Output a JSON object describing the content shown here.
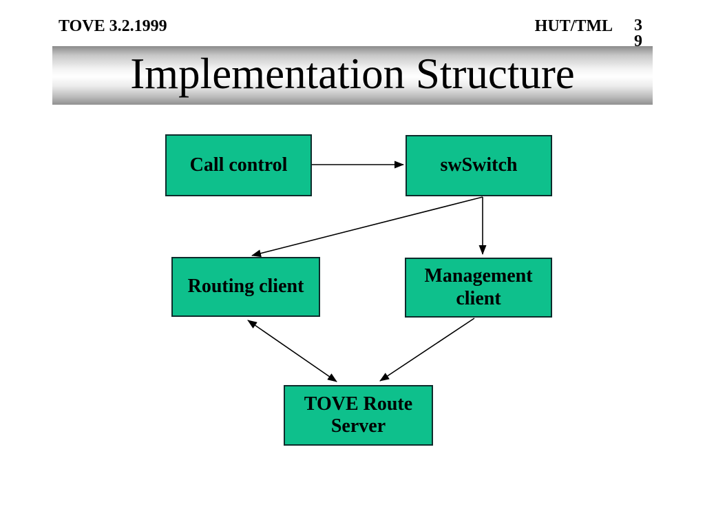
{
  "header": {
    "left": "TOVE 3.2.1999",
    "right": "HUT/TML",
    "page_number": "39"
  },
  "title": "Implementation Structure",
  "diagram": {
    "nodes": [
      {
        "id": "call-control",
        "label": "Call control"
      },
      {
        "id": "swswitch",
        "label": "swSwitch"
      },
      {
        "id": "routing-client",
        "label": "Routing client"
      },
      {
        "id": "management-client",
        "label": "Management client"
      },
      {
        "id": "tove-route-server",
        "label": "TOVE Route Server"
      }
    ],
    "edges": [
      {
        "from": "call-control",
        "to": "swswitch",
        "arrows": "end"
      },
      {
        "from": "swswitch",
        "to": "routing-client",
        "arrows": "end"
      },
      {
        "from": "swswitch",
        "to": "management-client",
        "arrows": "end"
      },
      {
        "from": "routing-client",
        "to": "tove-route-server",
        "arrows": "both"
      },
      {
        "from": "management-client",
        "to": "tove-route-server",
        "arrows": "end"
      }
    ],
    "colors": {
      "node_fill": "#0ec08c",
      "node_border": "#0d2b2b",
      "arrow": "#000000",
      "text": "#000000"
    }
  }
}
